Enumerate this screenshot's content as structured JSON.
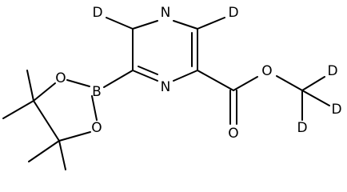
{
  "molecule": {
    "atoms": {
      "n_top": "N",
      "n_bottom": "N",
      "d_ring_left": "D",
      "d_ring_right": "D",
      "boron": "B",
      "o_boronate_top": "O",
      "o_boronate_bottom": "O",
      "o_ester": "O",
      "o_carbonyl": "O",
      "d_methyl_top": "D",
      "d_methyl_right": "D",
      "d_methyl_bottom": "D"
    }
  }
}
